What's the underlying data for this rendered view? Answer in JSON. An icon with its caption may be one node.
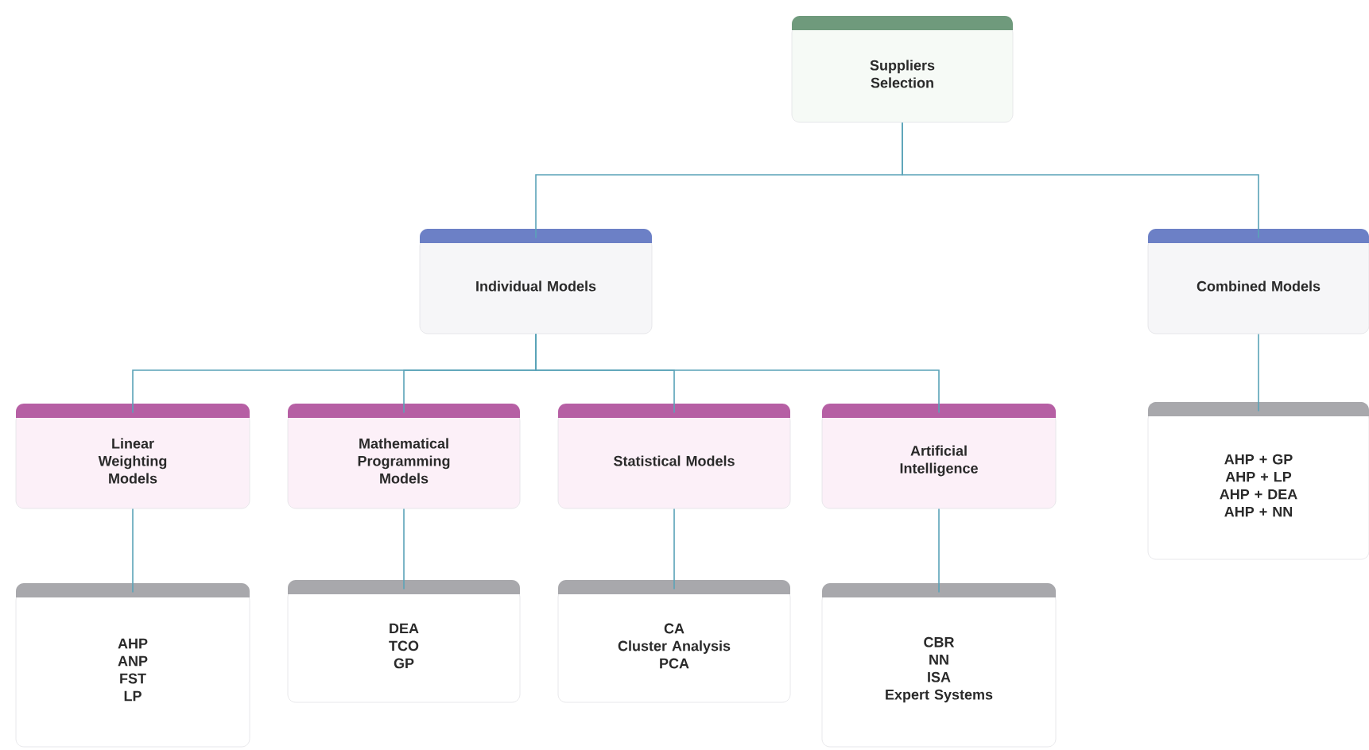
{
  "diagram": {
    "nodes": [
      {
        "text": [
          "Suppliers Selection"
        ]
      },
      {
        "text": [
          "Individual Models"
        ]
      },
      {
        "text": [
          "Combined Models"
        ]
      },
      {
        "text": [
          "Linear Weighting Models"
        ]
      },
      {
        "text": [
          "Mathematical Programming Models"
        ]
      },
      {
        "text": [
          "Statistical Models"
        ]
      },
      {
        "text": [
          "Artificial Intelligence"
        ]
      },
      {
        "text": [
          "AHP + GP",
          "AHP + LP",
          "AHP + DEA",
          "AHP + NN"
        ]
      },
      {
        "text": [
          "AHP",
          "ANP",
          "FST",
          "LP"
        ]
      },
      {
        "text": [
          "DEA",
          "TCO",
          "GP"
        ]
      },
      {
        "text": [
          "CA",
          "Cluster Analysis",
          "PCA"
        ]
      },
      {
        "text": [
          "CBR",
          "NN",
          "ISA",
          "Expert Systems"
        ]
      }
    ],
    "edges": [
      {
        "from": 0,
        "to": 1,
        "arrow": "none"
      },
      {
        "from": 0,
        "to": 2,
        "arrow": "none"
      },
      {
        "from": 1,
        "to": 3,
        "arrow": "none"
      },
      {
        "from": 1,
        "to": 4,
        "arrow": "none"
      },
      {
        "from": 1,
        "to": 5,
        "arrow": "none"
      },
      {
        "from": 1,
        "to": 6,
        "arrow": "none"
      },
      {
        "from": 2,
        "to": 7,
        "arrow": "none"
      },
      {
        "from": 3,
        "to": 8,
        "arrow": "none"
      },
      {
        "from": 4,
        "to": 9,
        "arrow": "none"
      },
      {
        "from": 5,
        "to": 10,
        "arrow": "none"
      },
      {
        "from": 6,
        "to": 11,
        "arrow": "none"
      }
    ]
  }
}
